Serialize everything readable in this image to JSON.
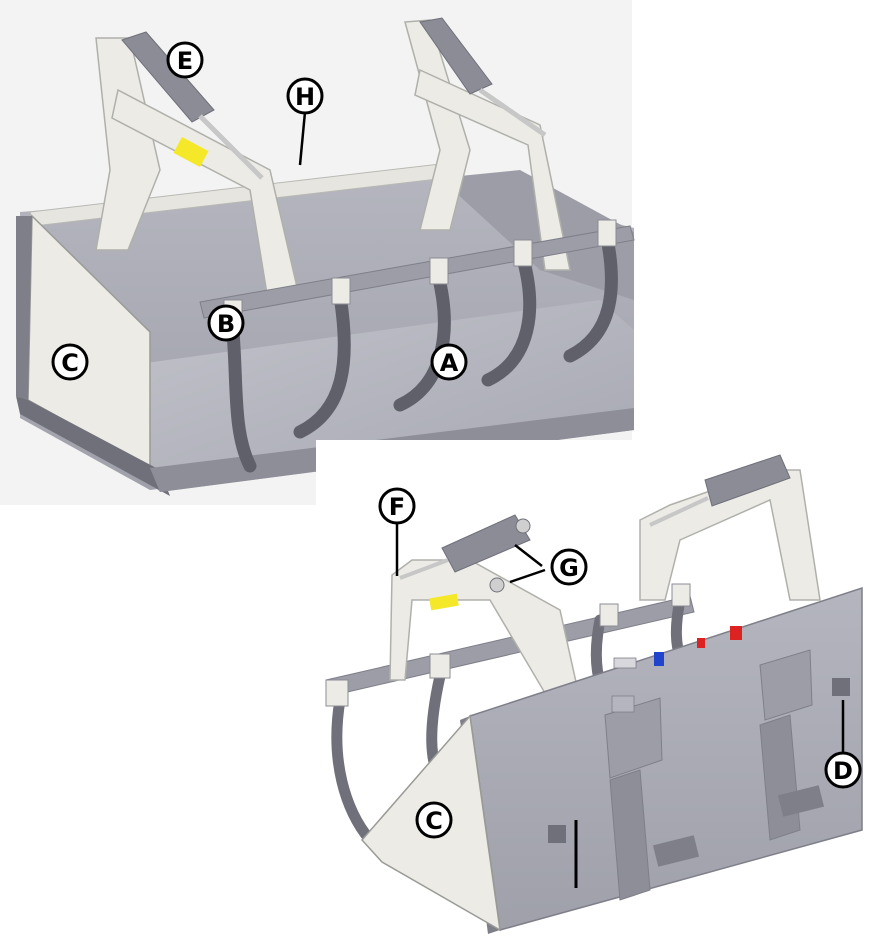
{
  "figure": {
    "views": [
      "front-view",
      "rear-view"
    ],
    "colors": {
      "bucket_body": "#a9aab4",
      "bucket_dark": "#7e7f89",
      "bucket_shadow": "#8d8e98",
      "frame_white": "#ecebe6",
      "cylinder": "#8b8c95",
      "tine": "#5f606a",
      "warning_label": "#f5e829",
      "marker_blue": "#2244cc",
      "marker_red": "#dd2222",
      "callout_stroke": "#000000",
      "background": "#ffffff"
    },
    "callouts": {
      "a": "A",
      "b": "B",
      "c_front": "C",
      "c_rear": "C",
      "d": "D",
      "e": "E",
      "f": "F",
      "g": "G",
      "h": "H"
    }
  }
}
